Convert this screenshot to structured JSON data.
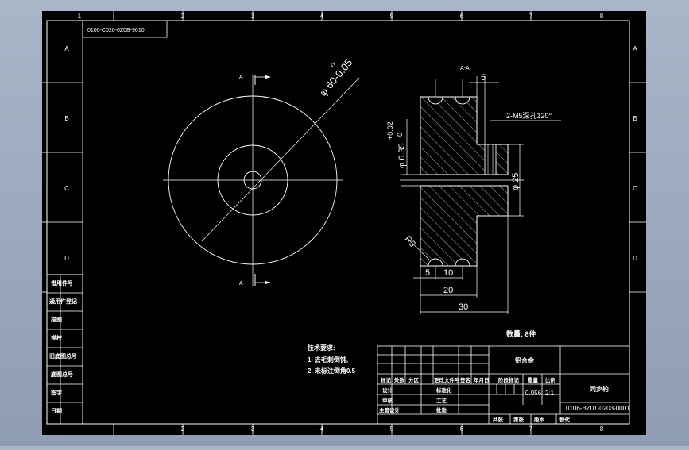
{
  "drawing": {
    "code_box": "0100-C020-0Z0B-9010",
    "zone_cols": [
      "1",
      "2",
      "3",
      "4",
      "5",
      "6",
      "7",
      "8"
    ],
    "zone_rows": [
      "A",
      "B",
      "C",
      "D"
    ],
    "section_label": "A-A",
    "cut_label_top": "A",
    "cut_label_bottom": "A",
    "dim_outer_dia": "φ 60-0.05",
    "dim_outer_dia_tol": "0",
    "dim_bore_value": "φ 6.35",
    "dim_bore_tol_upper": "+0.02",
    "dim_bore_tol_lower": "0",
    "dim_hub_dia": "φ 25",
    "dim_top5": "5",
    "dim_thread": "2-M5深孔120°",
    "dim_r3": "R3",
    "dim_5": "5",
    "dim_10": "10",
    "dim_20": "20",
    "dim_30": "30",
    "quantity": "数量: 8件",
    "tech_title": "技术要求:",
    "tech_line1": "1. 去毛刺倒钝,",
    "tech_line2": "2. 未标注倒角0.5",
    "left_labels": [
      "借用件号",
      "通用件登记",
      "描图",
      "描校",
      "旧底图总号",
      "底图总号",
      "签字",
      "日期"
    ],
    "tb_material": "铝合金",
    "tb_name": "同步轮",
    "tb_drawing_no": "0106-BZ01-0203-0001",
    "tb_stage_label": "阶段标记",
    "tb_weight_label": "重量",
    "tb_scale_label": "比例",
    "tb_weight": "0.056",
    "tb_scale": "2:1",
    "tb_row_labels": [
      "标记",
      "处数",
      "分区",
      "更改文件号",
      "签名",
      "年月日"
    ],
    "tb_designer": "设计",
    "tb_standard": "标准化",
    "tb_checker": "审核",
    "tb_craft": "工艺",
    "tb_chief": "主管设计",
    "tb_approve": "批准",
    "tb_sheet_info": [
      "共张",
      "第张",
      "版本",
      "替代"
    ]
  }
}
